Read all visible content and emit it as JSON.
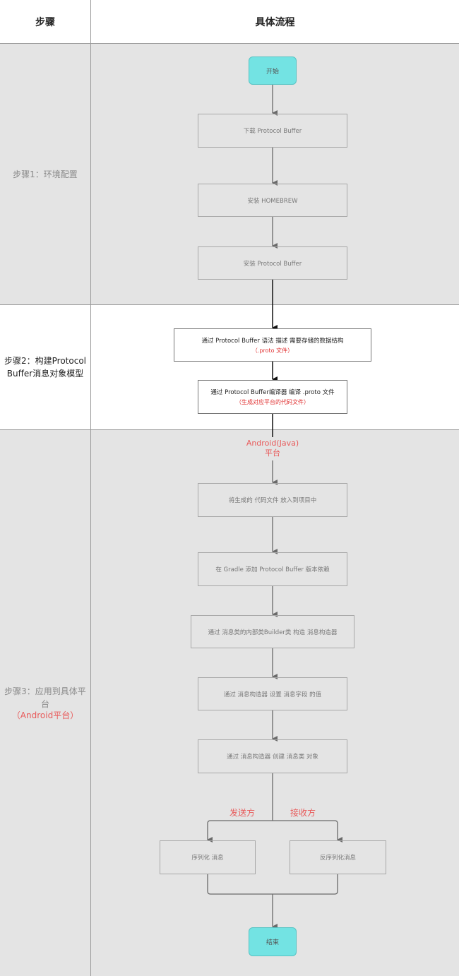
{
  "header": {
    "col_step": "步骤",
    "col_flow": "具体流程"
  },
  "lanes": [
    {
      "title": "步骤1：环境配置"
    },
    {
      "title": "步骤2：构建Protocol Buffer消息对象模型"
    },
    {
      "title": "步骤3：应用到具体平台",
      "subtitle": "（Android平台）"
    }
  ],
  "nodes": {
    "start": "开始",
    "download": "下载 Protocol Buffer",
    "install_homebrew": "安装 HOMEBREW",
    "install_pb": "安装 Protocol Buffer",
    "describe": "通过 Protocol Buffer 语法 描述 需要存储的数据结构",
    "describe_sub": "（.proto 文件）",
    "compile": "通过 Protocol Buffer编译器 编译 .proto 文件",
    "compile_sub": "（生成对应平台的代码文件）",
    "put_code": "将生成的 代码文件 放入到项目中",
    "gradle": "在 Gradle 添加 Protocol Buffer 版本依赖",
    "builder": "通过 消息类的内部类Builder类 构造 消息构造器",
    "set_field": "通过 消息构造器 设置 消息字段 的值",
    "create_obj": "通过 消息构造器 创建 消息类 对象",
    "serialize": "序列化 消息",
    "deserialize": "反序列化消息",
    "end": "结束"
  },
  "labels": {
    "platform_line1": "Android(Java)",
    "platform_line2": "平台",
    "sender": "发送方",
    "receiver": "接收方"
  },
  "colors": {
    "terminal": "#73e3e3",
    "lane_gray": "#e4e4e4",
    "accent_red": "#e85a5a"
  }
}
